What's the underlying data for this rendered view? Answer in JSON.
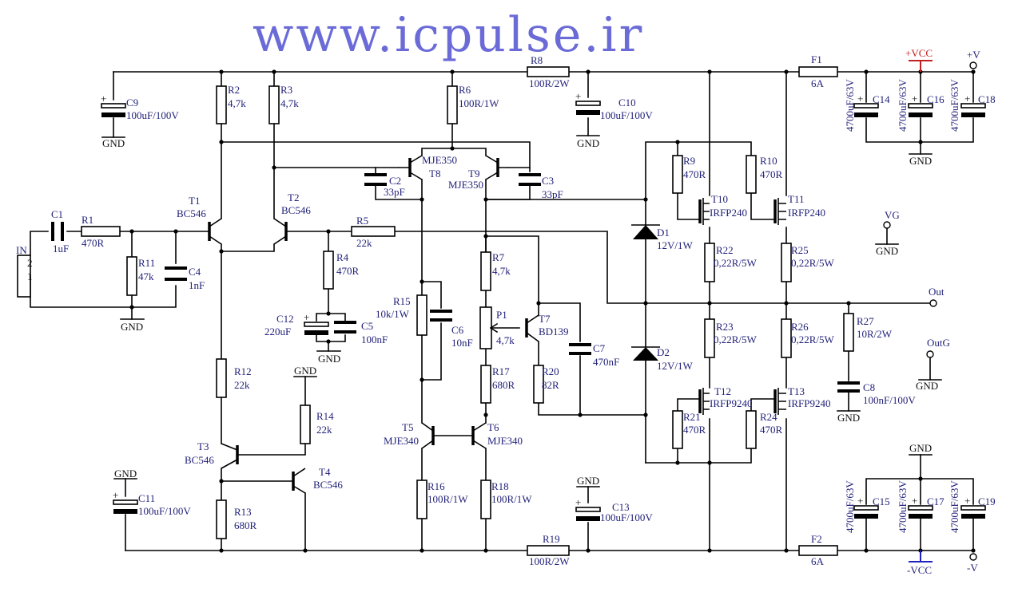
{
  "watermark": "www.icpulse.ir",
  "labels": {
    "IN": "IN",
    "pin2": "2",
    "pin1": "1",
    "C1": "C1",
    "C1v": "1uF",
    "R1": "R1",
    "R1v": "470R",
    "R11": "R11",
    "R11v": "47k",
    "C4": "C4",
    "C4v": "1nF",
    "GND_r11": "GND",
    "C9": "C9",
    "C9v": "100uF/100V",
    "GND_c9": "GND",
    "R2": "R2",
    "R2v": "4,7k",
    "R3": "R3",
    "R3v": "4,7k",
    "T1": "T1",
    "T1v": "BC546",
    "T2": "T2",
    "T2v": "BC546",
    "R5": "R5",
    "R5v": "22k",
    "R4": "R4",
    "R4v": "470R",
    "C12": "C12",
    "C12v": "220uF",
    "C5": "C5",
    "C5v": "100nF",
    "GND_c5": "GND",
    "R12": "R12",
    "R12v": "22k",
    "T3": "T3",
    "T3v": "BC546",
    "R14": "R14",
    "R14v": "22k",
    "GND_r14": "GND",
    "T4": "T4",
    "T4v": "BC546",
    "R13": "R13",
    "R13v": "680R",
    "GND_c11": "GND",
    "C11": "C11",
    "C11v": "100uF/100V",
    "R6": "R6",
    "R6v": "100R/1W",
    "T8": "T8",
    "T8v": "MJE350",
    "T9": "T9",
    "T9v": "MJE350",
    "C2": "C2",
    "C2v": "33pF",
    "C3": "C3",
    "C3v": "33pF",
    "R8": "R8",
    "R8v": "100R/2W",
    "C10": "C10",
    "C10v": "100uF/100V",
    "GND_c10": "GND",
    "R15": "R15",
    "R15v": "10k/1W",
    "C6": "C6",
    "C6v": "10nF",
    "R7": "R7",
    "R7v": "4,7k",
    "P1": "P1",
    "P1v": "4,7k",
    "T7": "T7",
    "T7v": "BD139",
    "C7": "C7",
    "C7v": "470nF",
    "R17": "R17",
    "R17v": "680R",
    "R20": "R20",
    "R20v": "82R",
    "T5": "T5",
    "T5v": "MJE340",
    "T6": "T6",
    "T6v": "MJE340",
    "R16": "R16",
    "R16v": "100R/1W",
    "R18": "R18",
    "R18v": "100R/1W",
    "GND_c13": "GND",
    "C13": "C13",
    "C13v": "100uF/100V",
    "R19": "R19",
    "R19v": "100R/2W",
    "D1": "D1",
    "D1v": "12V/1W",
    "D2": "D2",
    "D2v": "12V/1W",
    "R9": "R9",
    "R9v": "470R",
    "R10": "R10",
    "R10v": "470R",
    "T10": "T10",
    "T10v": "IRFP240",
    "T11": "T11",
    "T11v": "IRFP240",
    "R22": "R22",
    "R22v": "0,22R/5W",
    "R25": "R25",
    "R25v": "0,22R/5W",
    "R23": "R23",
    "R23v": "0,22R/5W",
    "R26": "R26",
    "R26v": "0,22R/5W",
    "T12": "T12",
    "T12v": "IRFP9240",
    "T13": "T13",
    "T13v": "IRFP9240",
    "R21": "R21",
    "R21v": "470R",
    "R24": "R24",
    "R24v": "470R",
    "R27": "R27",
    "R27v": "10R/2W",
    "C8": "C8",
    "C8v": "100nF/100V",
    "GND_c8": "GND",
    "F1": "F1",
    "F1v": "6A",
    "F2": "F2",
    "F2v": "6A",
    "C14": "C14",
    "C14v": "4700uF/63V",
    "C16": "C16",
    "C16v": "4700uF/63V",
    "C18": "C18",
    "C18v": "4700uF/63V",
    "C15": "C15",
    "C15v": "4700uF/63V",
    "C17": "C17",
    "C17v": "4700uF/63V",
    "C19": "C19",
    "C19v": "4700uF/63V",
    "GND_top": "GND",
    "GND_bot": "GND",
    "VCCp": "+VCC",
    "VCCn": "-VCC",
    "Vp": "+V",
    "Vn": "-V",
    "VG": "VG",
    "GND_vg": "GND",
    "Out": "Out",
    "OutG": "OutG",
    "GND_outg": "GND",
    "plus": "+"
  },
  "colors": {
    "wire": "#000000",
    "label": "#111111",
    "label_blue": "#22227a",
    "watermark": "#6b6bd8",
    "vcc": "#c02020"
  }
}
